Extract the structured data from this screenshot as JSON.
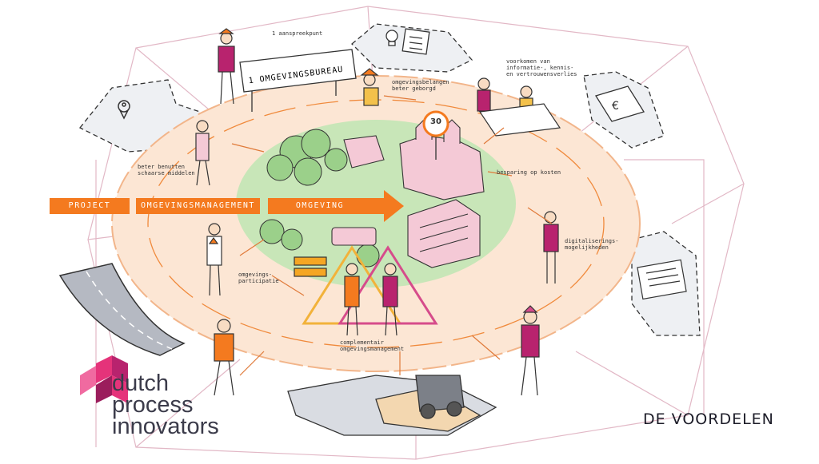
{
  "header": {
    "sign_text": "1 OMGEVINGSBUREAU"
  },
  "bands": {
    "project": "PROJECT",
    "omgevingsmanagement": "OMGEVINGSMANAGEMENT",
    "omgeving": "OMGEVING"
  },
  "labels": {
    "aanspreekpunt": "1 aanspreekpunt",
    "belangen": "omgevingsbelangen\nbeter geborgd",
    "voorkomen": "voorkomen van\ninformatie-, kennis-\nen vertrouwensverlies",
    "middelen": "beter benutten\nschaarse middelen",
    "besparing": "besparing op kosten",
    "digitalisering": "digitaliserings-\nmogelijkheden",
    "participatie": "omgevings-\nparticipatie",
    "complementair": "complementair\nomgevingsmanagement"
  },
  "speed_sign": "30",
  "logo": {
    "line1": "dutch",
    "line2": "process",
    "line3": "innovators"
  },
  "title": "DE VOORDELEN",
  "colors": {
    "orange": "#f47a1f",
    "peach": "#fbe0cc",
    "green": "#bfe3b0",
    "pink": "#f2c6d4",
    "magenta": "#b8236e",
    "grey": "#a9aeb8"
  }
}
